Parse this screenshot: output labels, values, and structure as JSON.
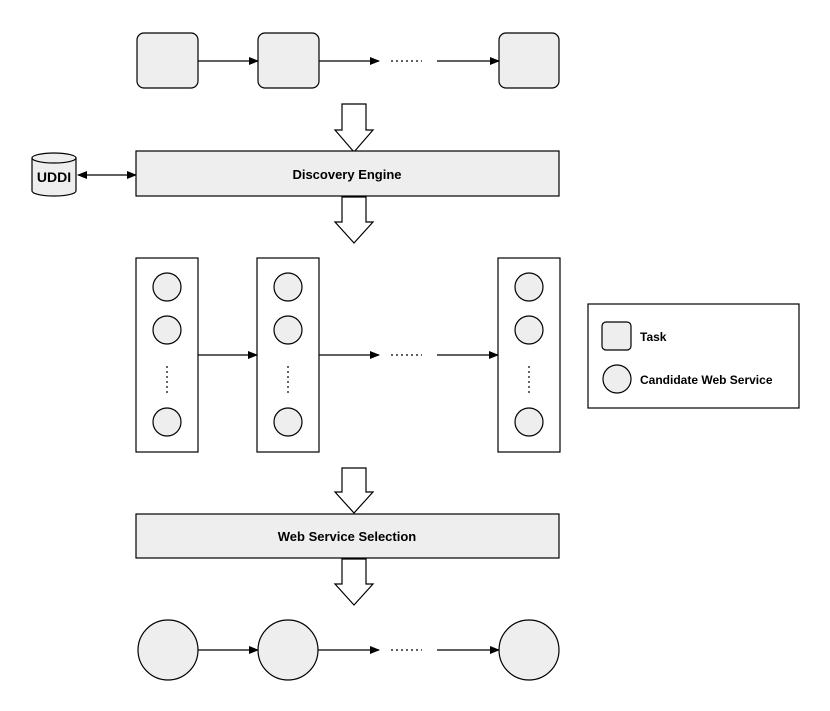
{
  "colors": {
    "fill": "#eeeeee",
    "stroke": "#000000",
    "background": "#ffffff"
  },
  "uddi": {
    "label": "UDDI"
  },
  "discovery_engine": {
    "label": "Discovery Engine"
  },
  "web_service_selection": {
    "label": "Web Service Selection"
  },
  "ellipsis": "......",
  "legend": {
    "task_label": "Task",
    "candidate_label": "Candidate Web Service"
  }
}
